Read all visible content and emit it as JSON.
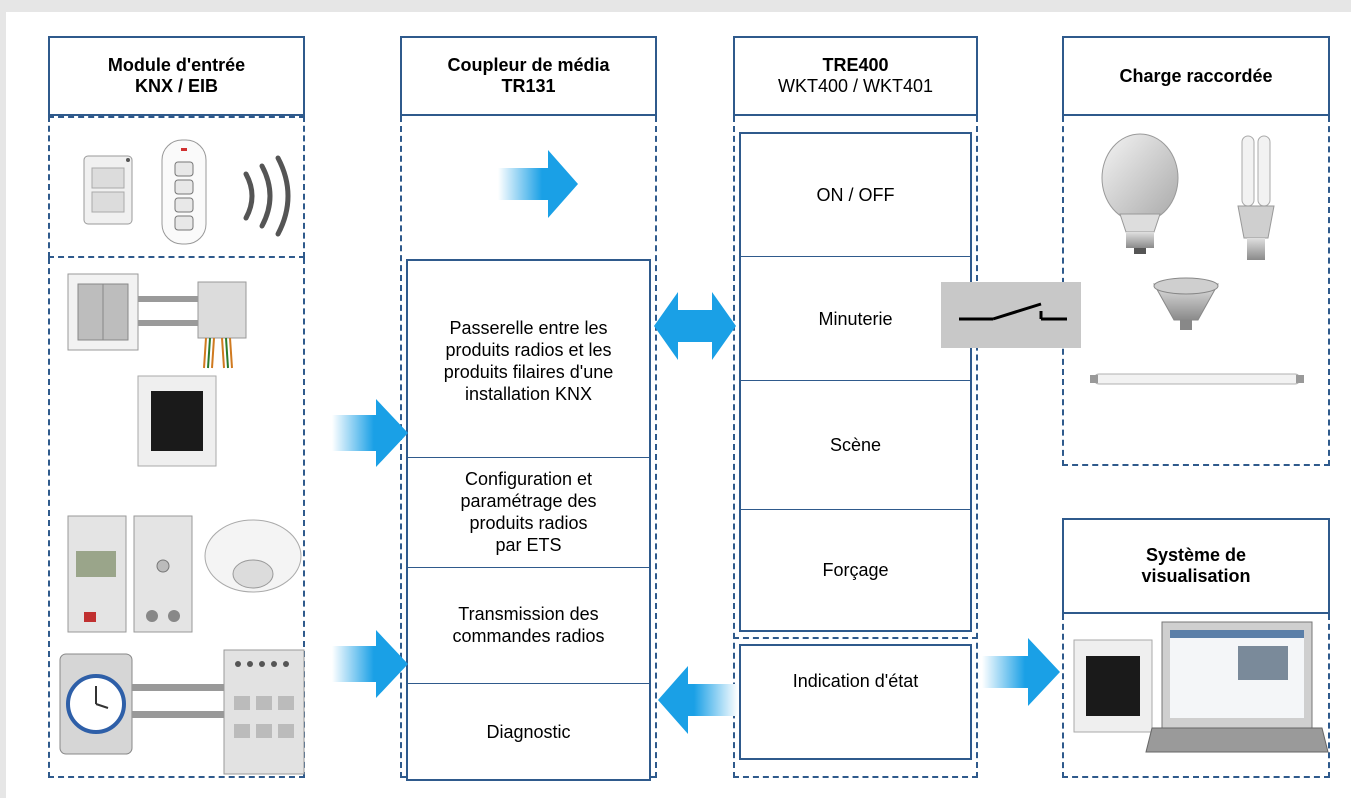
{
  "colors": {
    "border": "#2f5a8c",
    "arrow": "#1aa0e6",
    "arrow_fade": "#ffffff",
    "switch_bg": "#c8c8c8"
  },
  "columns": {
    "input": {
      "title": "Module d'entrée\nKNX / EIB",
      "icons": [
        "radio-push-button-icon",
        "radio-remote-control-icon",
        "radio-wave-icon",
        "wall-switch-with-module-icon",
        "touch-panel-icon",
        "din-rail-modules-icon",
        "motion-detector-icon",
        "time-switch-icon",
        "din-actuator-icon"
      ]
    },
    "coupler": {
      "title_line1": "Coupleur de média",
      "title_line2": "TR131",
      "cells": [
        "Passerelle entre les\nproduits radios et les\nproduits filaires d'une\ninstallation KNX",
        "Configuration et\nparamétrage des\nproduits radios\npar ETS",
        "Transmission des\ncommandes radios",
        "Diagnostic"
      ]
    },
    "receiver": {
      "title_line1": "TRE400",
      "title_line2": "WKT400 / WKT401",
      "functions": [
        "ON / OFF",
        "Minuterie",
        "Scène",
        "Forçage"
      ],
      "status": "Indication d'état"
    },
    "load": {
      "title": "Charge raccordée",
      "icons": [
        "incandescent-bulb-icon",
        "compact-fluorescent-lamp-icon",
        "halogen-spot-icon",
        "fluorescent-tube-icon"
      ]
    },
    "visualisation": {
      "title": "Système de\nvisualisation",
      "icons": [
        "touch-panel-icon",
        "laptop-icon"
      ]
    }
  },
  "connector_icons": [
    "switch-contact-icon",
    "right-arrow-icon",
    "double-arrow-icon",
    "left-arrow-icon"
  ]
}
